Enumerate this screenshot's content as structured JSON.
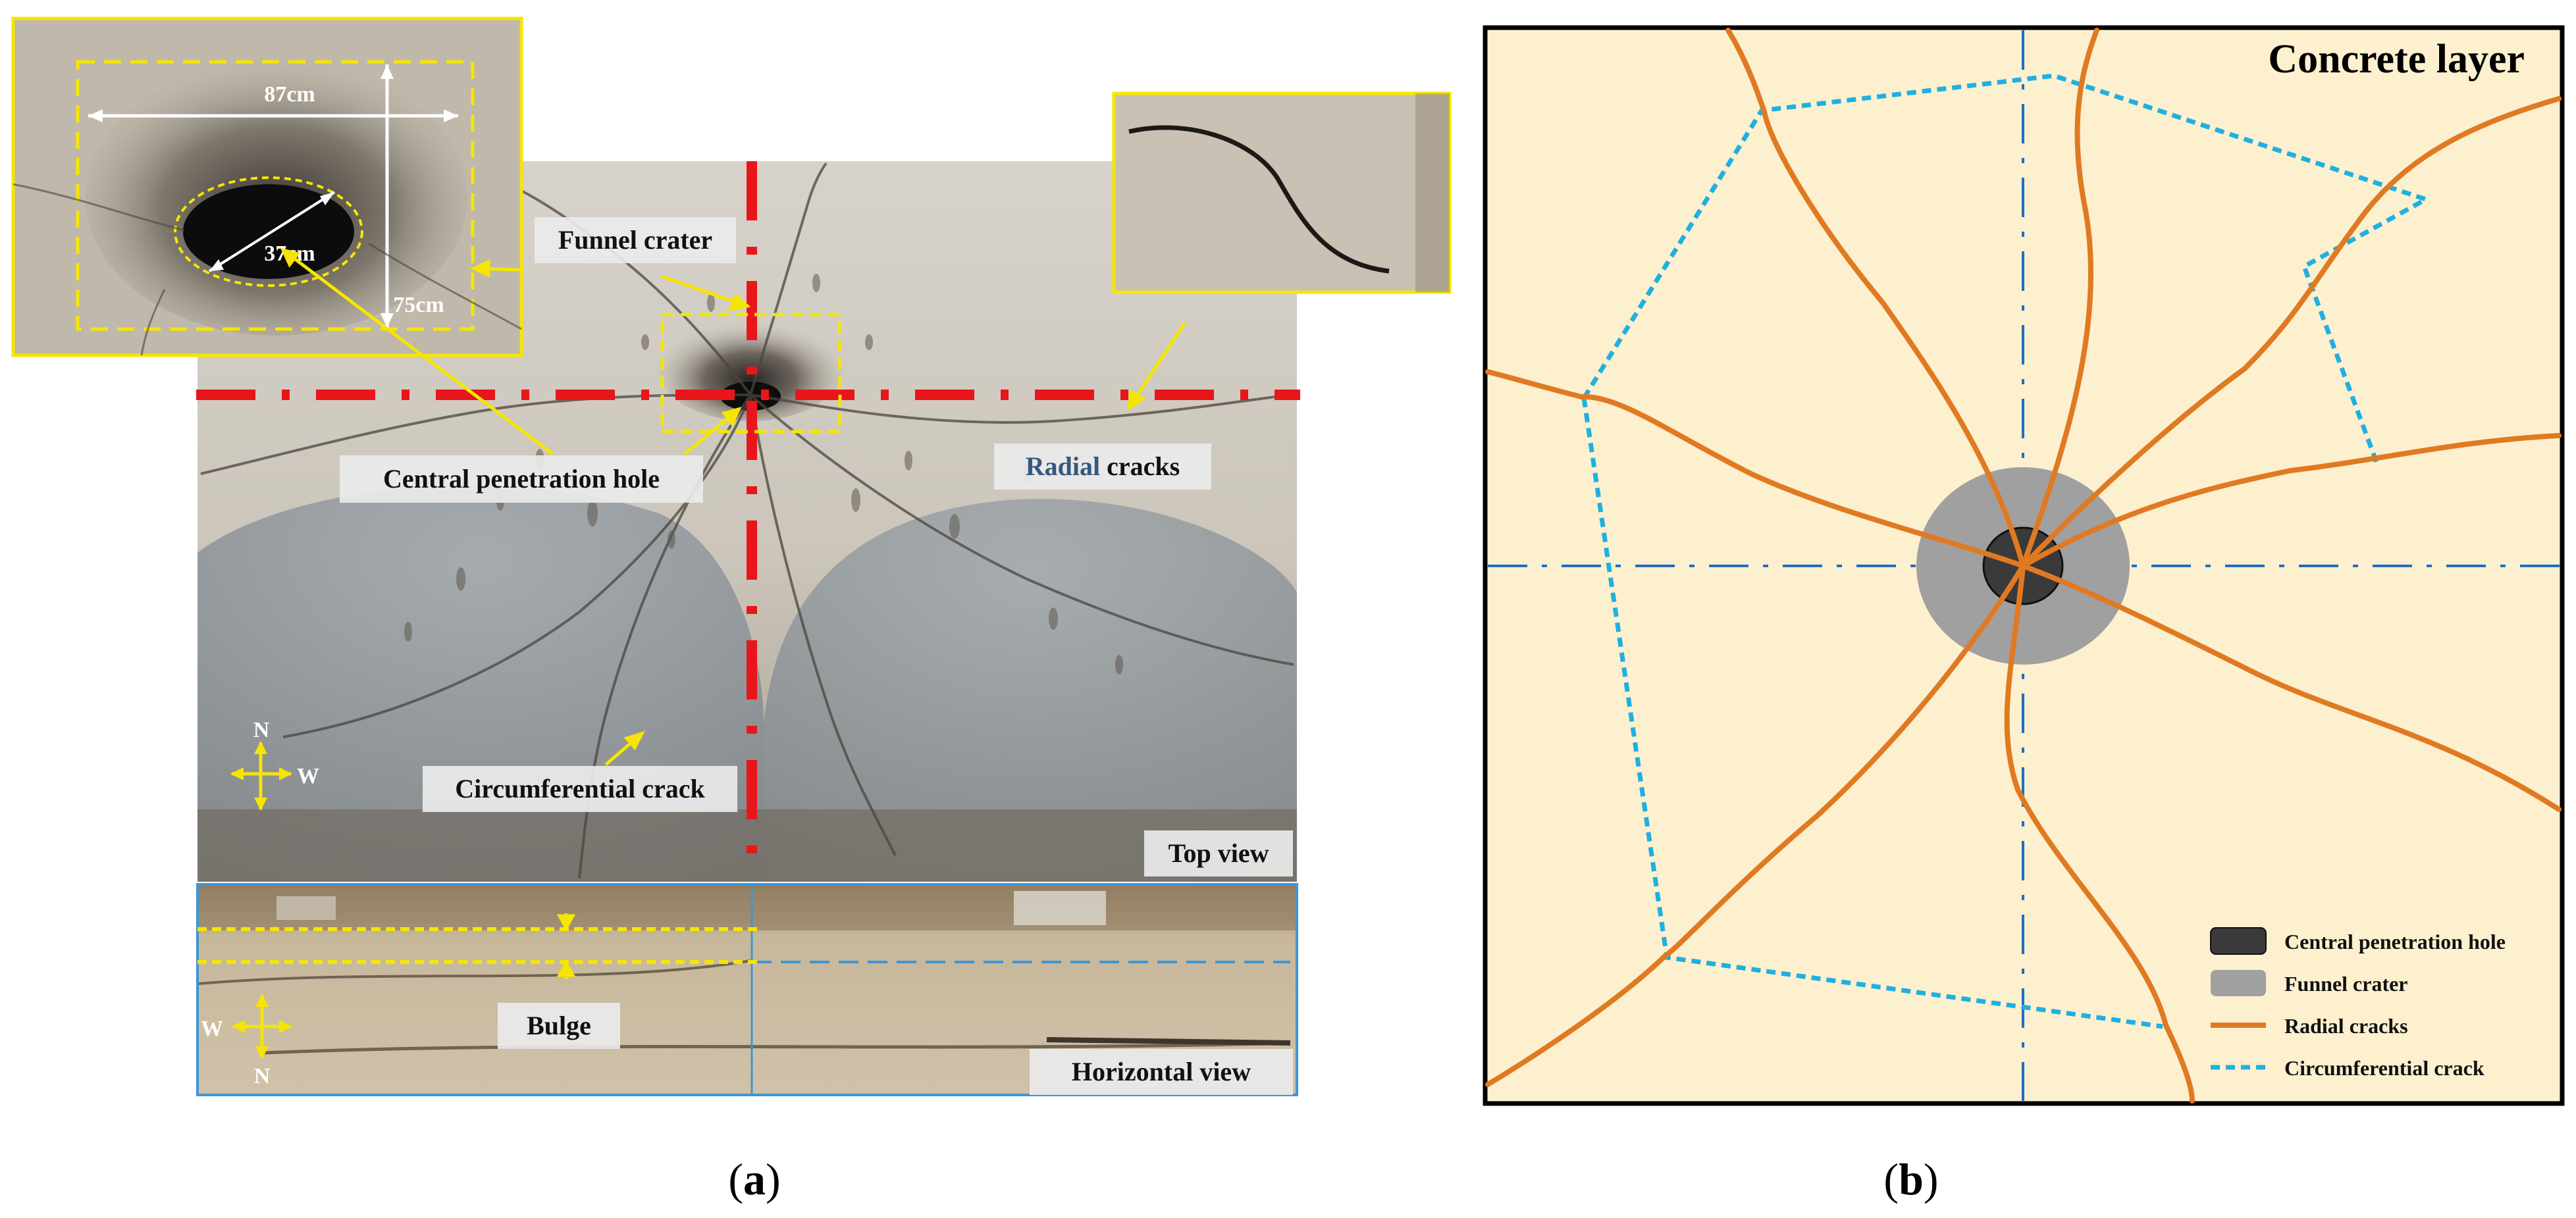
{
  "panel_a": {
    "caption_open": "(",
    "caption_letter": "a",
    "caption_close": ")",
    "labels": {
      "funnel_crater": "Funnel crater",
      "central_hole": "Central penetration hole",
      "radial_cracks_a": "Radial",
      "radial_cracks_b": " cracks",
      "circumferential_crack": "Circumferential crack",
      "top_view": "Top view",
      "horizontal_view": "Horizontal view",
      "bulge": "Bulge"
    },
    "inset_dims": {
      "width": "87cm",
      "height": "75cm",
      "hole": "37cm"
    },
    "compass_top": {
      "n": "N",
      "w": "W"
    },
    "compass_bottom": {
      "n": "N",
      "w": "W"
    }
  },
  "panel_b": {
    "caption_open": "(",
    "caption_letter": "b",
    "caption_close": ")",
    "title": "Concrete layer",
    "legend": [
      {
        "label": "Central penetration hole",
        "symbol": "hole"
      },
      {
        "label": "Funnel crater",
        "symbol": "crater"
      },
      {
        "label": "Radial cracks",
        "symbol": "radial"
      },
      {
        "label": "Circumferential crack",
        "symbol": "circ"
      }
    ]
  },
  "colors": {
    "annotation_yellow": "#f5e600",
    "red_axis": "#e8161b",
    "blue_frame": "#3e95d6",
    "concrete_fill": "#fdf0cf",
    "radial_orange": "#e07a22",
    "circ_blue": "#1fb0e0",
    "axis_blue": "#1f6fc0",
    "crater_gray": "#a0a0a0",
    "hole_dark": "#3a3a3a"
  }
}
